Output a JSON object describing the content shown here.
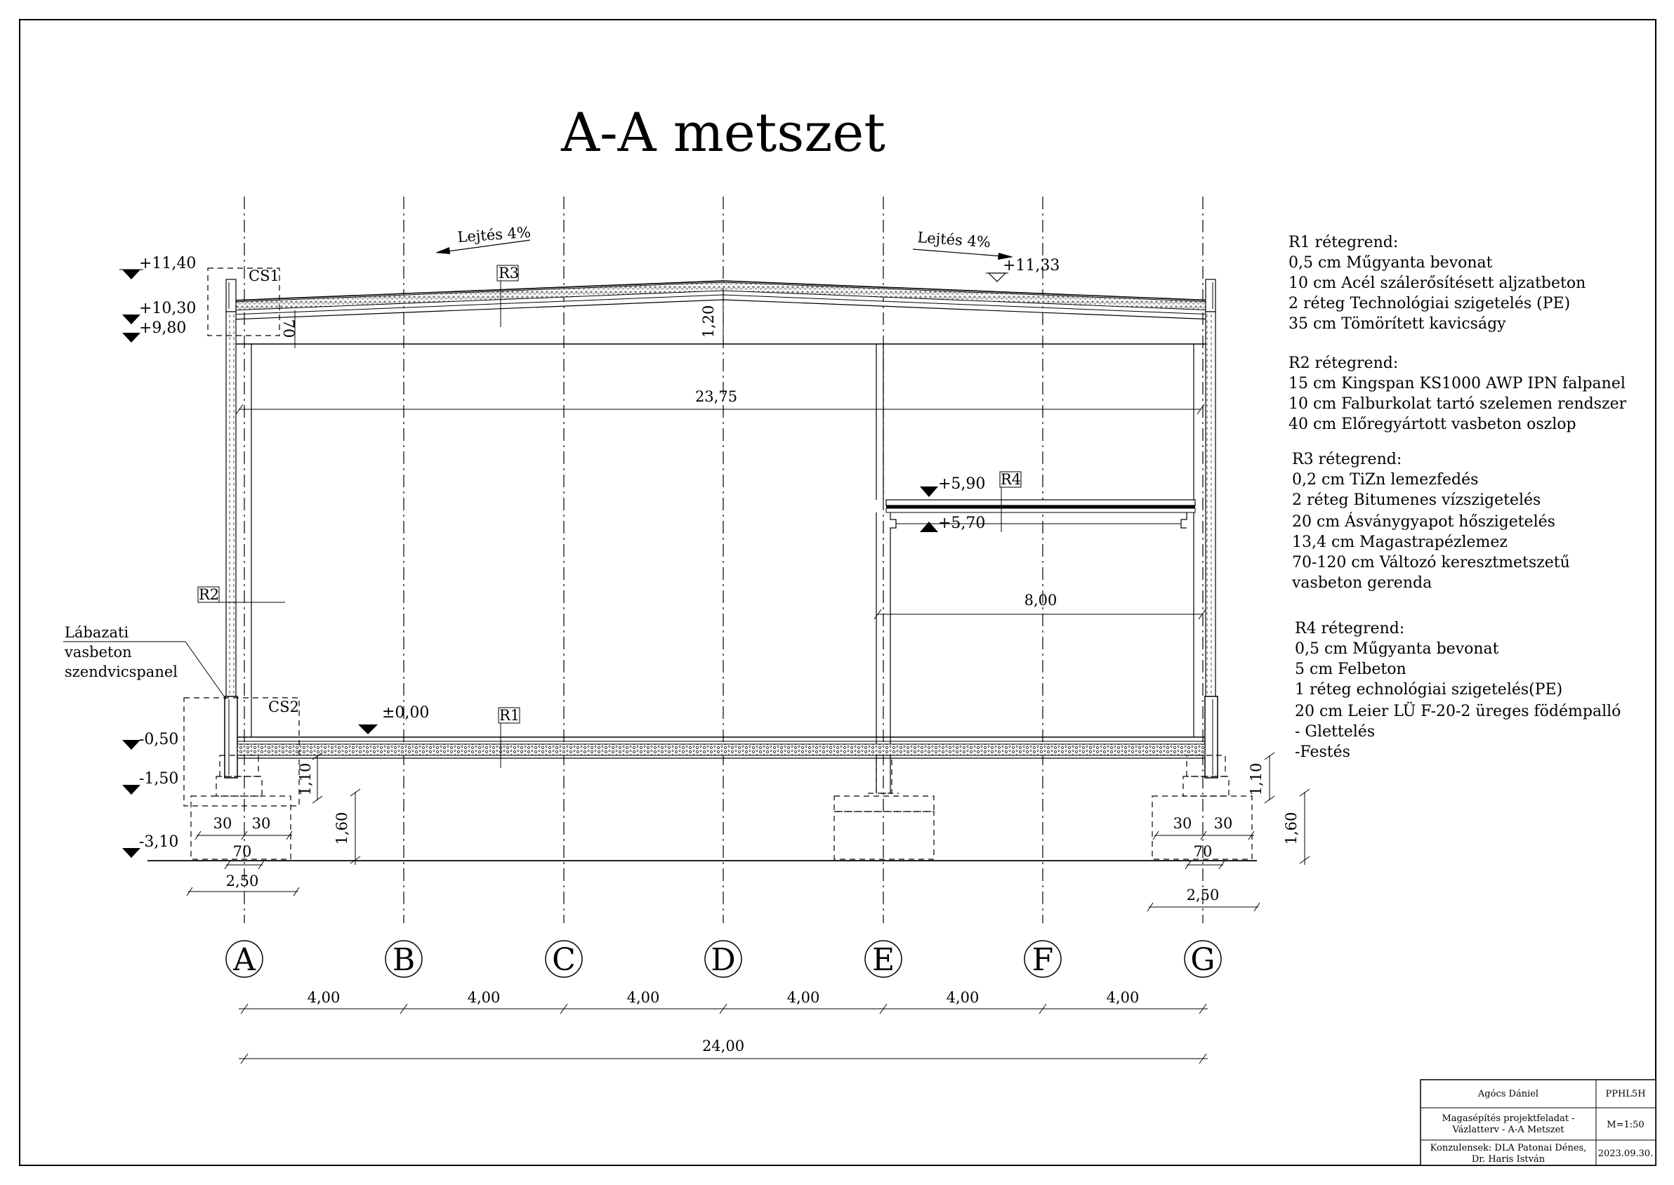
{
  "title": "A-A metszet",
  "slopes": [
    "Lejtés 4%",
    "Lejtés 4%"
  ],
  "levels": {
    "l1140": "+11,40",
    "l1030": "+10,30",
    "l980": "+9,80",
    "l1133": "+11,33",
    "l590": "+5,90",
    "l570": "+5,70",
    "l000": "±0,00",
    "lm050": "-0,50",
    "lm150": "-1,50",
    "lm310": "-3,10"
  },
  "tags": {
    "cs1": "CS1",
    "cs2": "CS2",
    "r1": "R1",
    "r2": "R2",
    "r3": "R3",
    "r4": "R4"
  },
  "plinth_label": [
    "Lábazati",
    "vasbeton",
    "szendvicspanel"
  ],
  "dims": {
    "span_inner": "23,75",
    "beam_h": "1,20",
    "edge_h": "70",
    "mezz_span": "8,00",
    "found_d_left": "1,10",
    "found_d_right": "1,10",
    "found_h_left": "1,60",
    "found_h_right": "1,60",
    "w30": "30",
    "w70": "70",
    "w250": "2,50",
    "bay": "4,00",
    "total": "24,00"
  },
  "axes": [
    "A",
    "B",
    "C",
    "D",
    "E",
    "F",
    "G"
  ],
  "specs": [
    {
      "title": "R1 rétegrend:",
      "lines": [
        "0,5 cm Műgyanta bevonat",
        "10 cm Acél szálerősítésett aljzatbeton",
        "2 réteg Technológiai szigetelés (PE)",
        "35 cm Tömörített kavicságy"
      ]
    },
    {
      "title": "R2 rétegrend:",
      "lines": [
        "15 cm Kingspan KS1000 AWP IPN falpanel",
        "10 cm Falburkolat tartó szelemen rendszer",
        "40 cm Előregyártott vasbeton oszlop"
      ]
    },
    {
      "title": "R3 rétegrend:",
      "lines": [
        "0,2 cm TiZn lemezfedés",
        "2 réteg Bitumenes vízszigetelés",
        "20 cm Ásványgyapot hőszigetelés",
        "13,4 cm Magastrapézlemez",
        "70-120 cm Változó keresztmetszetű",
        "vasbeton gerenda"
      ]
    },
    {
      "title": "R4 rétegrend:",
      "lines": [
        "0,5 cm Műgyanta bevonat",
        "5 cm Felbeton",
        "1 réteg echnológiai szigetelés(PE)",
        "20 cm Leier LÜ F-20-2 üreges födémpalló",
        " - Glettelés",
        " -Festés"
      ]
    }
  ],
  "title_block": {
    "author": "Agócs Dániel",
    "code": "PPHL5H",
    "project_1": "Magasépítés projektfeladat -",
    "project_2": "Vázlatterv - A-A Metszet",
    "scale": "M=1:50",
    "consultants_1": "Konzulensek: DLA Patonai Dénes,",
    "consultants_2": "Dr. Haris István",
    "date": "2023.09.30."
  }
}
